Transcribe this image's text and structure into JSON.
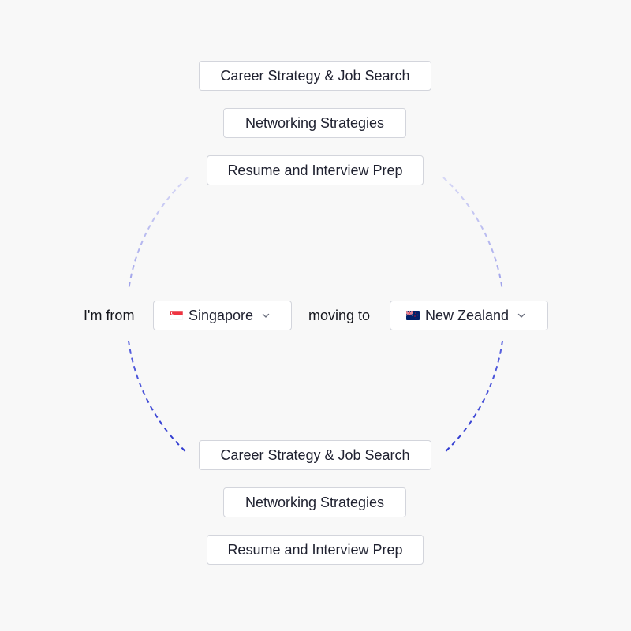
{
  "top_topics": [
    {
      "label": "Career Strategy & Job Search"
    },
    {
      "label": "Networking Strategies"
    },
    {
      "label": "Resume and Interview Prep"
    }
  ],
  "bottom_topics": [
    {
      "label": "Career Strategy & Job Search"
    },
    {
      "label": "Networking Strategies"
    },
    {
      "label": "Resume and Interview Prep"
    }
  ],
  "selector": {
    "from_label": "I'm from",
    "from_country": "Singapore",
    "from_flag_icon": "singapore-flag-icon",
    "to_label": "moving to",
    "to_country": "New Zealand",
    "to_flag_icon": "new-zealand-flag-icon"
  },
  "colors": {
    "arc_light": "#b9baf0",
    "arc_dark": "#3b46d6",
    "background": "#f8f8f8"
  }
}
